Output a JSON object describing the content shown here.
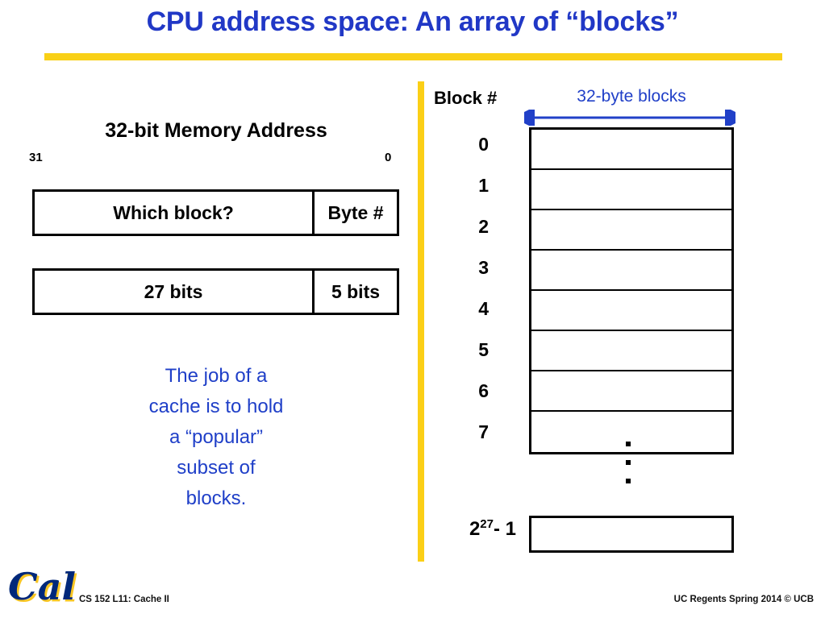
{
  "slide": {
    "title": "CPU address space: An array of “blocks”",
    "accent_gold": "#F9D016",
    "accent_blue": "#2138C6"
  },
  "left_panel": {
    "heading": "32-bit Memory Address",
    "bit_high": "31",
    "bit_low": "0",
    "field_bar": {
      "wide_label": "Which block?",
      "narrow_label": "Byte #"
    },
    "size_bar": {
      "wide_label": "27 bits",
      "narrow_label": "5 bits"
    },
    "note_lines": [
      "The job of a",
      "cache is to hold",
      "a “popular”",
      "subset of",
      "blocks."
    ],
    "note_color": "#1F3FC8"
  },
  "right_panel": {
    "block_column_label": "Block #",
    "block_size_label": "32-byte blocks",
    "block_size_arrow_color": "#2140C8",
    "block_indices": [
      "0",
      "1",
      "2",
      "3",
      "4",
      "5",
      "6",
      "7"
    ],
    "ellipsis": "⋮",
    "last_block_base": "2",
    "last_block_exponent": "27",
    "last_block_suffix": "- 1"
  },
  "footer": {
    "logo_text": "Cal",
    "logo_fill": "#00287A",
    "logo_shadow": "#F9C623",
    "left_text": "CS 152 L11: Cache II",
    "right_text": "UC Regents Spring 2014 © UCB"
  }
}
